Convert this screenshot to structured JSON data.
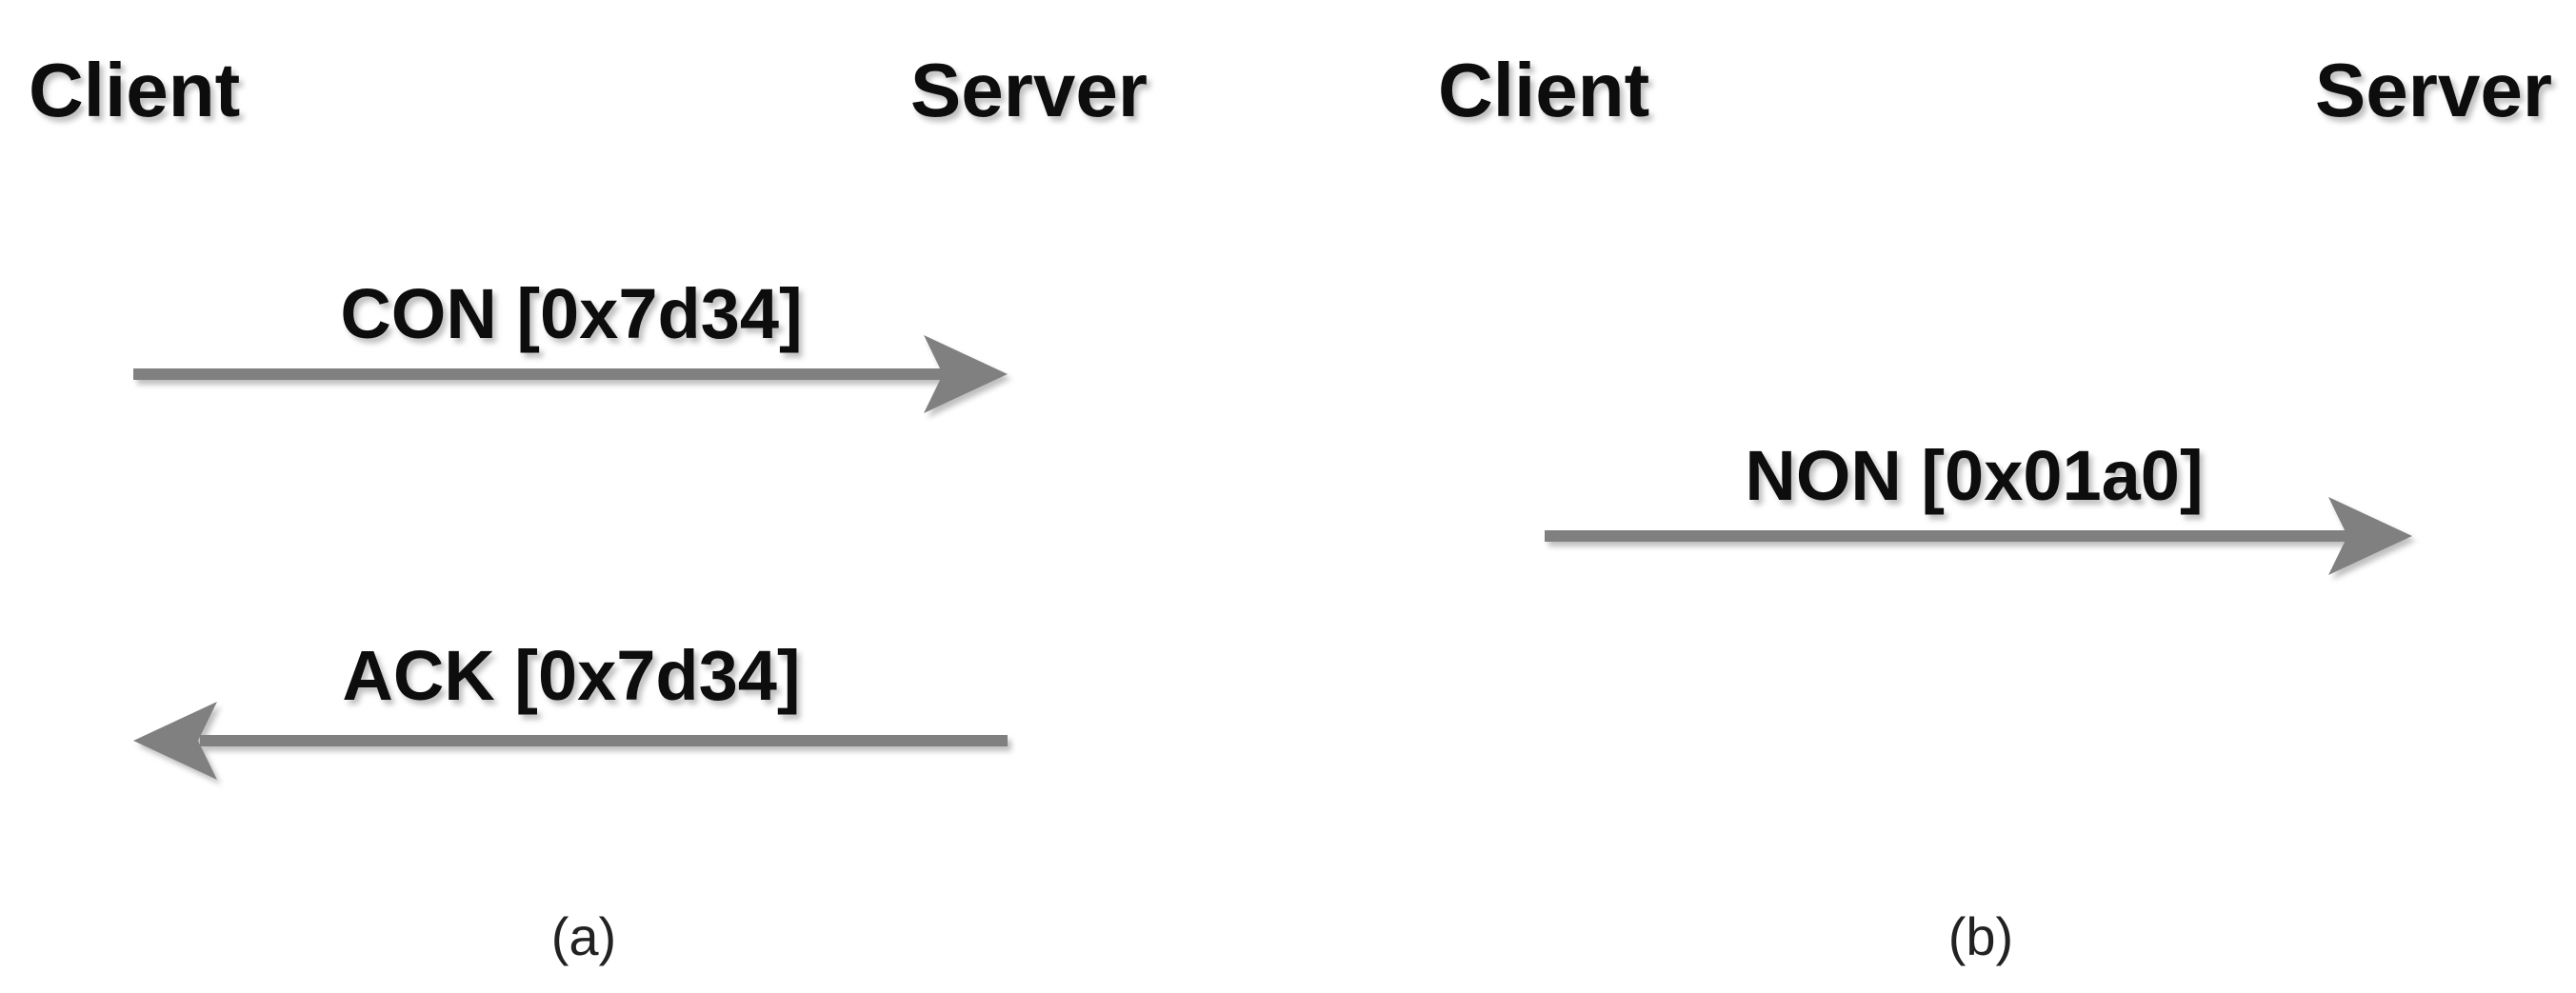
{
  "panels": [
    {
      "left_participant": "Client",
      "right_participant": "Server",
      "messages": [
        {
          "label": "CON [0x7d34]",
          "direction": "client-to-server"
        },
        {
          "label": "ACK [0x7d34]",
          "direction": "server-to-client"
        }
      ],
      "caption": "(a)"
    },
    {
      "left_participant": "Client",
      "right_participant": "Server",
      "messages": [
        {
          "label": "NON [0x01a0]",
          "direction": "client-to-server"
        }
      ],
      "caption": "(b)"
    }
  ],
  "colors": {
    "line": "#808080",
    "text": "#111111"
  }
}
